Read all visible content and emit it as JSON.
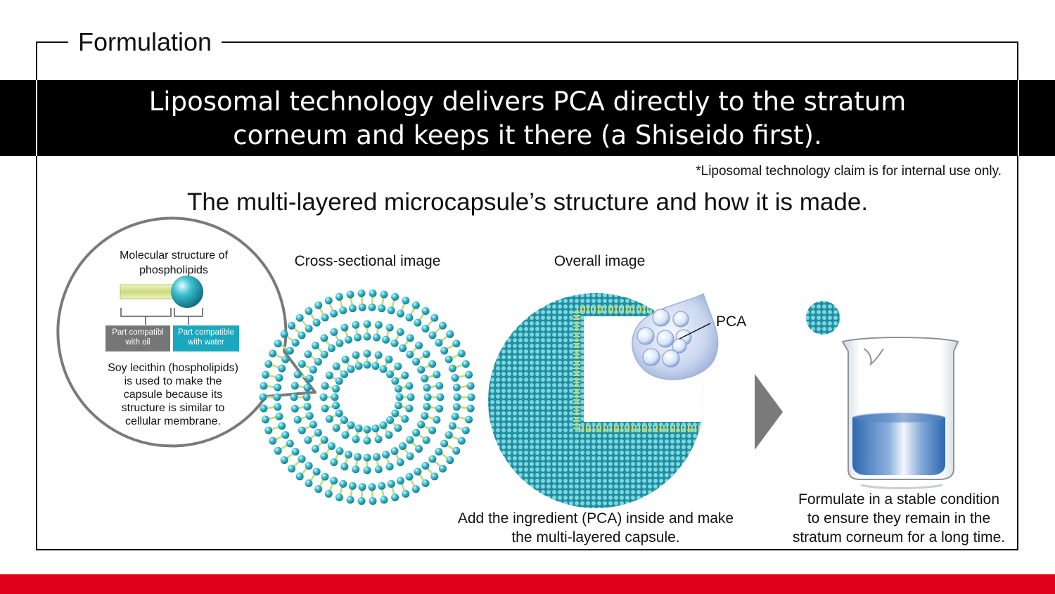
{
  "section_title": "Formulation",
  "banner": {
    "line1": "Liposomal technology delivers PCA directly to the stratum",
    "line2": "corneum and keeps it there (a Shiseido first)."
  },
  "footnote": "*Liposomal technology claim is for internal use only.",
  "subtitle": "The multi-layered microcapsule’s structure and how it is made.",
  "bubble": {
    "heading_line1": "Molecular structure of",
    "heading_line2": "phospholipids",
    "oil_tag_line1": "Part compatibl",
    "oil_tag_line2": "with oil",
    "water_tag_line1": "Part compatible",
    "water_tag_line2": "with water",
    "description": [
      "Soy lecithin (hospholipids)",
      "is used to make the",
      "capsule because its",
      "structure is similar to",
      "cellular membrane."
    ]
  },
  "cross_section_label": "Cross-sectional image",
  "overall_label": "Overall image",
  "pca_label": "PCA",
  "add_caption": [
    "Add the ingredient (PCA) inside and make",
    "the multi-layered capsule."
  ],
  "formulate_caption": [
    "Formulate in a stable condition",
    "to ensure they remain in the",
    "stratum corneum for a long time."
  ],
  "colors": {
    "teal": "#2aa9b8",
    "oil_tag": "#767676",
    "water_tag": "#1ba7bd",
    "tail": "#dfe8a0",
    "arrow": "#7a7a7a",
    "red_bar": "#e0001a"
  }
}
